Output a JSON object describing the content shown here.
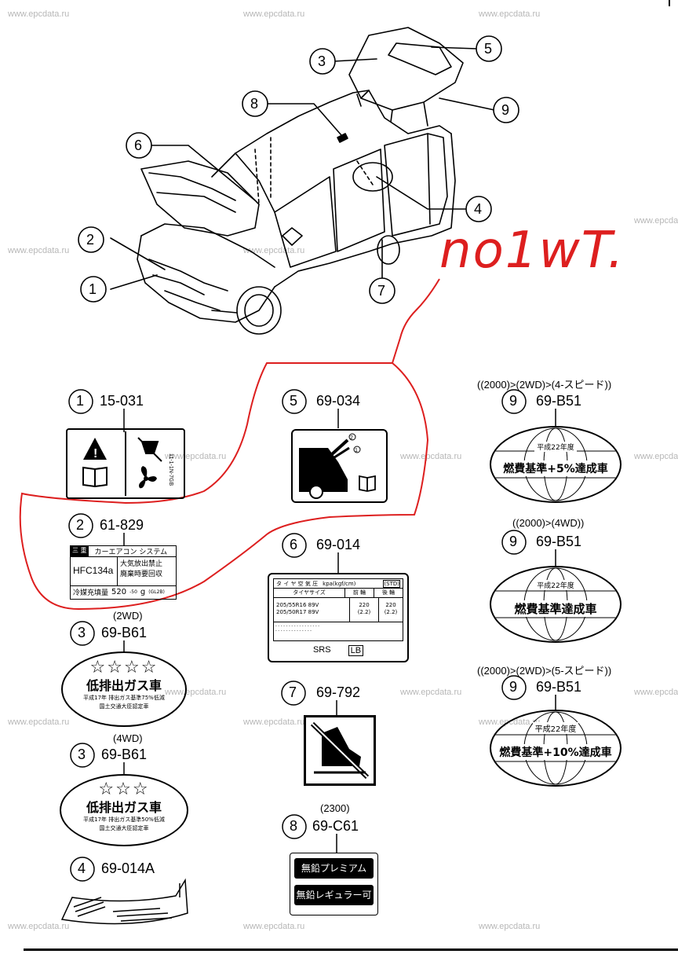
{
  "watermark": "www.epcdata.ru",
  "handwriting": "no1wT.",
  "callouts": {
    "c1": "1",
    "c2": "2",
    "c3": "3",
    "c4": "4",
    "c5": "5",
    "c6": "6",
    "c7": "7",
    "c8": "8",
    "c9": "9"
  },
  "parts": {
    "p1": {
      "num": "1",
      "code": "15-031"
    },
    "p2": {
      "num": "2",
      "code": "61-829"
    },
    "p3a": {
      "num": "3",
      "code": "69-B61",
      "note": "(2WD)"
    },
    "p3b": {
      "num": "3",
      "code": "69-B61",
      "note": "(4WD)"
    },
    "p4": {
      "num": "4",
      "code": "69-014A"
    },
    "p5": {
      "num": "5",
      "code": "69-034"
    },
    "p6": {
      "num": "6",
      "code": "69-014"
    },
    "p7": {
      "num": "7",
      "code": "69-792"
    },
    "p8": {
      "num": "8",
      "code": "69-C61",
      "note": "(2300)"
    },
    "p9a": {
      "num": "9",
      "code": "69-B51",
      "note": "((2000)>(2WD)>(4-スピード))"
    },
    "p9b": {
      "num": "9",
      "code": "69-B51",
      "note": "((2000)>(4WD))"
    },
    "p9c": {
      "num": "9",
      "code": "69-B51",
      "note": "((2000)>(2WD)>(5-スピード))"
    }
  },
  "labels": {
    "ac": {
      "tag": "三 重",
      "title": "カーエアコン システム",
      "refrigerant": "HFC134a",
      "line1": "大気放出禁止",
      "line2": "廃棄時要回収",
      "amount_label": "冷媒充填量",
      "amount": "520",
      "tol": "-50",
      "unit": "g",
      "code": "(GL2B)"
    },
    "tire": {
      "header": "タ イ ヤ 空 気 圧",
      "units": "kpa(kgf/cm)",
      "std": "(STD)",
      "col1": "タイヤサイズ",
      "col2": "前 輪",
      "col3": "後 輪",
      "size1": "205/55R16 89V",
      "size2": "205/50R17 89V",
      "front": "220",
      "front2": "(2.2)",
      "rear": "220",
      "rear2": "(2.2)",
      "srs": "SRS",
      "srs_code": "LB"
    },
    "star4": {
      "stars": "☆☆☆☆",
      "main": "低排出ガス車",
      "sub1": "平成17年 排出ガス基準75%低減",
      "sub2": "国土交通大臣認定車"
    },
    "star3": {
      "stars": "☆☆☆",
      "main": "低排出ガス車",
      "sub1": "平成17年 排出ガス基準50%低減",
      "sub2": "国土交通大臣認定車"
    },
    "fuel_a": {
      "year": "平成22年度",
      "main": "燃費基準+5%達成車"
    },
    "fuel_b": {
      "year": "平成22年度",
      "main": "燃費基準達成車"
    },
    "fuel_c": {
      "year": "平成22年度",
      "main": "燃費基準+10%達成車"
    },
    "fuel_type": {
      "premium": "無鉛プレミアム",
      "regular": "無鉛レギュラー可"
    }
  }
}
